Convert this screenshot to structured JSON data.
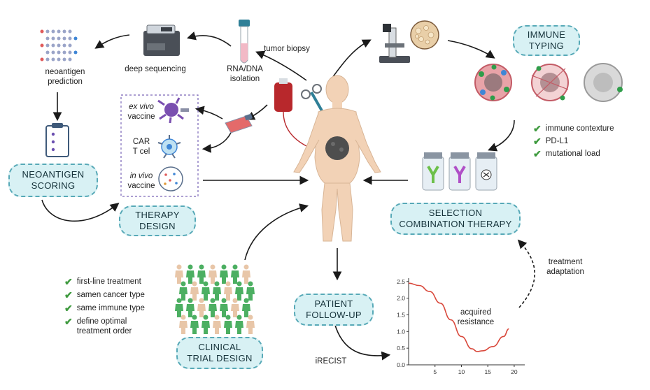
{
  "labels": {
    "neoantigen_prediction": [
      "neoantigen",
      "prediction"
    ],
    "deep_sequencing": "deep sequencing",
    "rna_dna_isolation": [
      "RNA/DNA",
      "isolation"
    ],
    "tumor_biopsy": "tumor biopsy",
    "ex_vivo_vaccine": [
      "ex vivo",
      "vaccine"
    ],
    "car_t_cell": [
      "CAR",
      "T cel"
    ],
    "in_vivo_vaccine": [
      "in vivo",
      "vaccine"
    ],
    "treatment_adaptation": [
      "treatment",
      "adaptation"
    ],
    "irecist": "iRECIST",
    "acquired_resistance": [
      "acquired",
      "resistance"
    ]
  },
  "pills": {
    "immune_typing": [
      "IMMUNE",
      "TYPING"
    ],
    "neoantigen_scoring": [
      "NEOANTIGEN",
      "SCORING"
    ],
    "therapy_design": [
      "THERAPY",
      "DESIGN"
    ],
    "selection_combination": [
      "SELECTION",
      "COMBINATION THERAPY"
    ],
    "patient_followup": [
      "PATIENT",
      "FOLLOW-UP"
    ],
    "clinical_trial": [
      "CLINICAL",
      "TRIAL DESIGN"
    ]
  },
  "immune_checklist": [
    "immune contexture",
    "PD-L1",
    "mutational load"
  ],
  "trial_checklist": [
    "first-line treatment",
    "samen cancer type",
    "same immune type",
    "define optimal\ntreatment order"
  ],
  "colors": {
    "accent": "#57a9b7",
    "pill_fill": "#d8f1f4",
    "check": "#3e9a3e",
    "curve": "#d9483b",
    "skin": "#f2d2b6",
    "tumor": "#555555"
  },
  "chart_data": {
    "type": "line",
    "x_ticks": [
      5,
      10,
      15,
      20
    ],
    "y_ticks": [
      0.0,
      0.5,
      1.0,
      1.5,
      2.0,
      2.5
    ],
    "xlim": [
      0,
      22
    ],
    "ylim": [
      0,
      2.6
    ],
    "series": [
      {
        "x": [
          0,
          2,
          4,
          6,
          8,
          10,
          12,
          13,
          14,
          16,
          18,
          19
        ],
        "y": [
          2.45,
          2.38,
          2.2,
          1.85,
          1.35,
          0.85,
          0.48,
          0.4,
          0.42,
          0.55,
          0.85,
          1.08
        ]
      }
    ]
  }
}
